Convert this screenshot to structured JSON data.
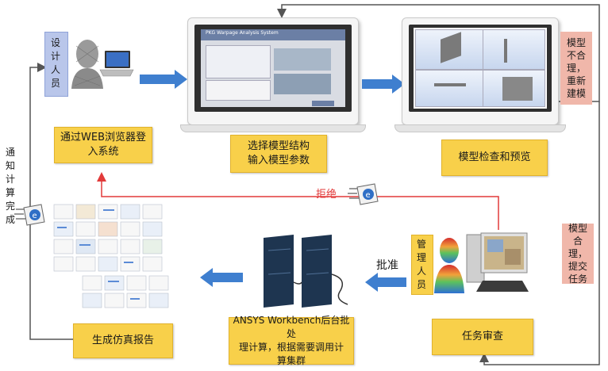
{
  "nodes": {
    "designer": "设计人员",
    "login": "通过WEB浏览器登入系统",
    "select_model_l1": "选择模型结构",
    "select_model_l2": "输入模型参数",
    "check_preview": "模型检查和预览",
    "unreasonable": "模型不合理，重新建模",
    "reasonable": "模型合理，提交任务",
    "manager": "管理人员",
    "review": "任务审查",
    "ansys_l1": "ANSYS Workbench后台批处",
    "ansys_l2": "理计算，根据需要调用计",
    "ansys_l3": "算集群",
    "report": "生成仿真报告",
    "notify": "通知计算完成"
  },
  "edges": {
    "reject": "拒绝",
    "approve": "批准"
  },
  "app": {
    "title": "PKG Warpage Analysis System"
  },
  "colors": {
    "yellow": "#f8d04a",
    "pink": "#f0b7aa",
    "blue_arrow": "#3f7fcf",
    "reject_line": "#e23a3a",
    "lavender": "#b9c6ea"
  }
}
